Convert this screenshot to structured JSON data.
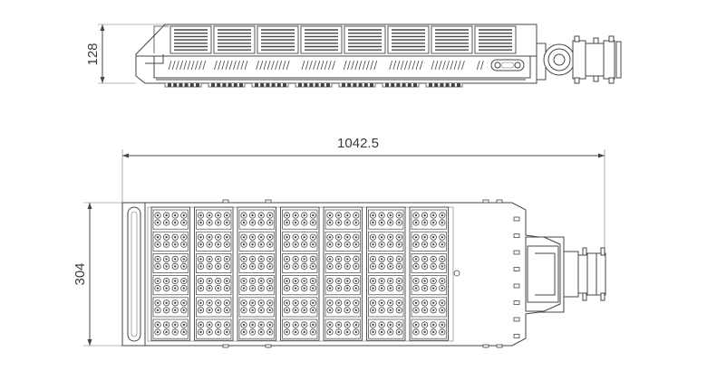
{
  "dimensions": {
    "height_side": "128",
    "length_total": "1042.5",
    "width_top": "304"
  },
  "drawing": {
    "line_color": "#444444",
    "background": "#ffffff",
    "side_fin_groups": 8,
    "led_module_columns": 7,
    "led_module_rows": 6
  }
}
